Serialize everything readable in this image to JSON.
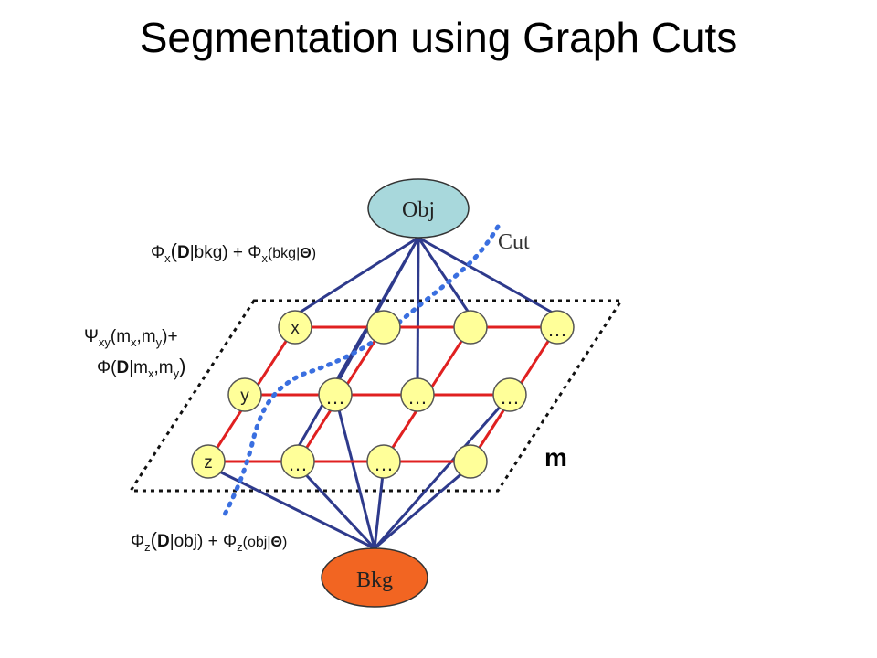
{
  "title": "Segmentation using Graph Cuts",
  "terminals": {
    "obj": {
      "label": "Obj",
      "color": "#a8d8dc"
    },
    "bkg": {
      "label": "Bkg",
      "color": "#f26522"
    }
  },
  "nodes": {
    "color": "#ffff99",
    "row1": [
      "x",
      "",
      "",
      "…"
    ],
    "row2": [
      "y",
      "…",
      "…",
      "…"
    ],
    "row3": [
      "z",
      "…",
      "…",
      ""
    ]
  },
  "labels": {
    "obj_phi": "Φ",
    "obj_sub": "x",
    "obj_mid1": "(",
    "obj_D": "D",
    "obj_mid2": "|bkg) + Φ",
    "obj_sub2": "x",
    "obj_end": "(bkg|",
    "obj_theta": "Θ",
    "obj_close": ")",
    "psi": "Ψ",
    "psi_sub": "xy",
    "psi_args": "(m",
    "psi_sub_x": "x",
    "psi_comma": ",m",
    "psi_sub_y": "y",
    "psi_end": ")+",
    "phi2": "Φ(",
    "phi2_D": "D",
    "phi2_mid": "|m",
    "phi2_sub_x": "x",
    "phi2_comma": ",m",
    "phi2_sub_y": "y",
    "phi2_end": ")",
    "bkg_phi": "Φ",
    "bkg_sub": "z",
    "bkg_mid1": "(",
    "bkg_D": "D",
    "bkg_mid2": "|obj) + Φ",
    "bkg_sub2": "z",
    "bkg_end": "(obj|",
    "bkg_theta": "Θ",
    "bkg_close": ")",
    "cut": "Cut",
    "m": "m"
  },
  "colors": {
    "edge_grid": "#e02020",
    "edge_terminal": "#2e3a8c",
    "cut_line": "#3a6fe0"
  }
}
